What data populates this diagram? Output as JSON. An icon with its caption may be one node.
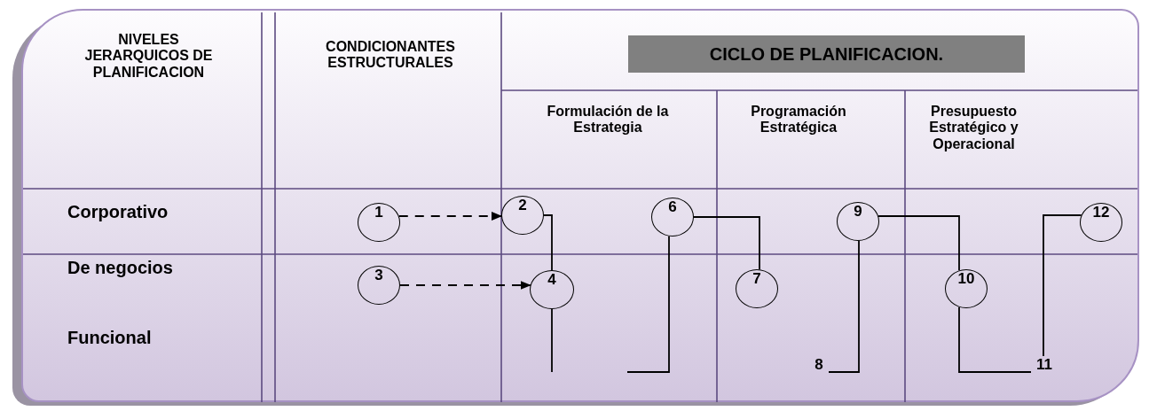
{
  "diagram": {
    "nodes": [
      {
        "text": [
          "CICLO DE PLANIFICACION."
        ]
      },
      {
        "text": [
          "1"
        ]
      },
      {
        "text": [
          "2"
        ]
      },
      {
        "text": [
          "6"
        ]
      },
      {
        "text": [
          "9"
        ]
      },
      {
        "text": [
          "12"
        ]
      },
      {
        "text": [
          "3"
        ]
      },
      {
        "text": [
          "4"
        ]
      },
      {
        "text": [
          "7"
        ]
      },
      {
        "text": [
          "10"
        ]
      },
      {
        "text": [
          "8"
        ]
      },
      {
        "text": [
          "11"
        ]
      }
    ],
    "edges": [
      {
        "from": 1,
        "to": 2,
        "arrow": "to",
        "style": "dashed"
      },
      {
        "from": 6,
        "to": 7,
        "arrow": "to",
        "style": "dashed"
      },
      {
        "from": 2,
        "to": 7,
        "arrow": "none"
      },
      {
        "from": 7,
        "to": null,
        "arrow": "none"
      },
      {
        "from": 3,
        "to": null,
        "arrow": "none"
      },
      {
        "from": 3,
        "to": 8,
        "arrow": "none"
      },
      {
        "from": 4,
        "to": 10,
        "arrow": "none"
      },
      {
        "from": 4,
        "to": 9,
        "arrow": "none"
      },
      {
        "from": 9,
        "to": 11,
        "arrow": "none"
      },
      {
        "from": 11,
        "to": 5,
        "arrow": "none"
      }
    ],
    "labels": [
      "NIVELES JERARQUICOS DE PLANIFICACION",
      "CONDICIONANTES ESTRUCTURALES",
      "Formulación de la Estrategia",
      "Programación Estratégica",
      "Presupuesto Estratégico y Operacional",
      "Corporativo",
      "De negocios",
      "Funcional"
    ]
  }
}
